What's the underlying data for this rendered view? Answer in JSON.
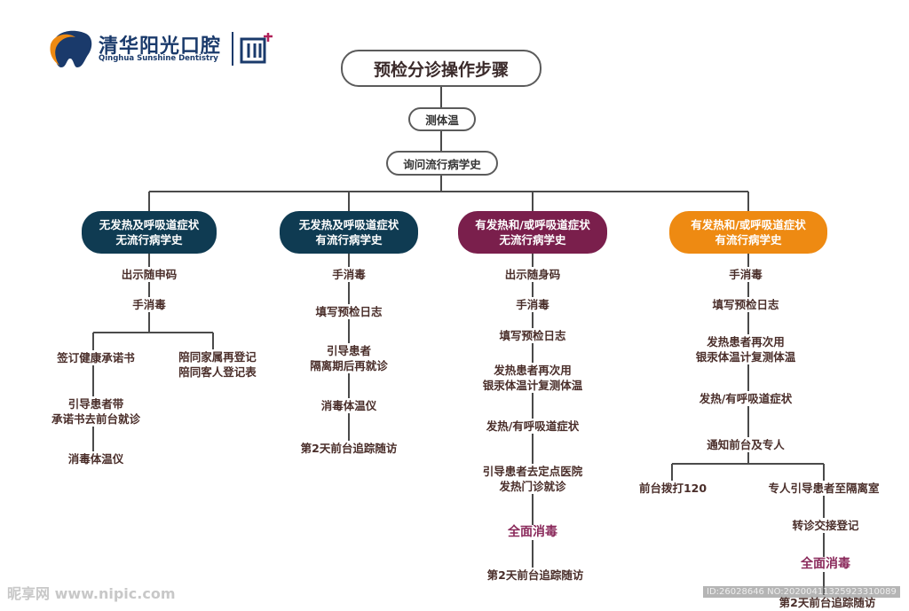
{
  "logo": {
    "name": "清华阳光口腔",
    "subtitle": "Qinghua Sunshine Dentistry"
  },
  "title": "预检分诊操作步骤",
  "top_steps": [
    "测体温",
    "询问流行病学史"
  ],
  "columns": [
    {
      "header": [
        "无发热及呼吸道症状",
        "无流行病学史"
      ],
      "color": "#0f3b52",
      "steps": [
        "出示随申码",
        "手消毒"
      ],
      "branches": [
        [
          "签订健康承诺书",
          "引导患者带",
          "承诺书去前台就诊",
          "消毒体温仪"
        ],
        [
          "陪同家属再登记",
          "陪同客人登记表"
        ]
      ]
    },
    {
      "header": [
        "无发热及呼吸道症状",
        "有流行病学史"
      ],
      "color": "#0f3b52",
      "steps": [
        "手消毒",
        "填写预检日志",
        "引导患者",
        "隔离期后再就诊",
        "消毒体温仪",
        "第2天前台追踪随访"
      ]
    },
    {
      "header": [
        "有发热和/或呼吸道症状",
        "无流行病学史"
      ],
      "color": "#7a1f4c",
      "steps": [
        "出示随身码",
        "手消毒",
        "填写预检日志",
        "发热患者再次用",
        "银汞体温计复测体温",
        "发热/有呼吸道症状",
        "引导患者去定点医院",
        "发热门诊就诊",
        "全面消毒",
        "第2天前台追踪随访"
      ]
    },
    {
      "header": [
        "有发热和/或呼吸道症状",
        "有流行病学史"
      ],
      "color": "#ee8a12",
      "steps": [
        "手消毒",
        "填写预检日志",
        "发热患者再次用",
        "银汞体温计复测体温",
        "发热/有呼吸道症状",
        "通知前台及专人"
      ],
      "branches": [
        [
          "前台拨打120"
        ],
        [
          "专人引导患者至隔离室",
          "转诊交接登记",
          "全面消毒",
          "第2天前台追踪随访"
        ]
      ]
    }
  ],
  "colors": {
    "line": "#4a4a4a",
    "text": "#4a2e2a",
    "highlight": "#8a2a5b",
    "logo_orange": "#ee8a12",
    "logo_blue": "#1a3a6b"
  },
  "watermark": {
    "left": "昵享网 www.nipic.com",
    "right": "ID:26028646 NO:20200411325923310089"
  }
}
